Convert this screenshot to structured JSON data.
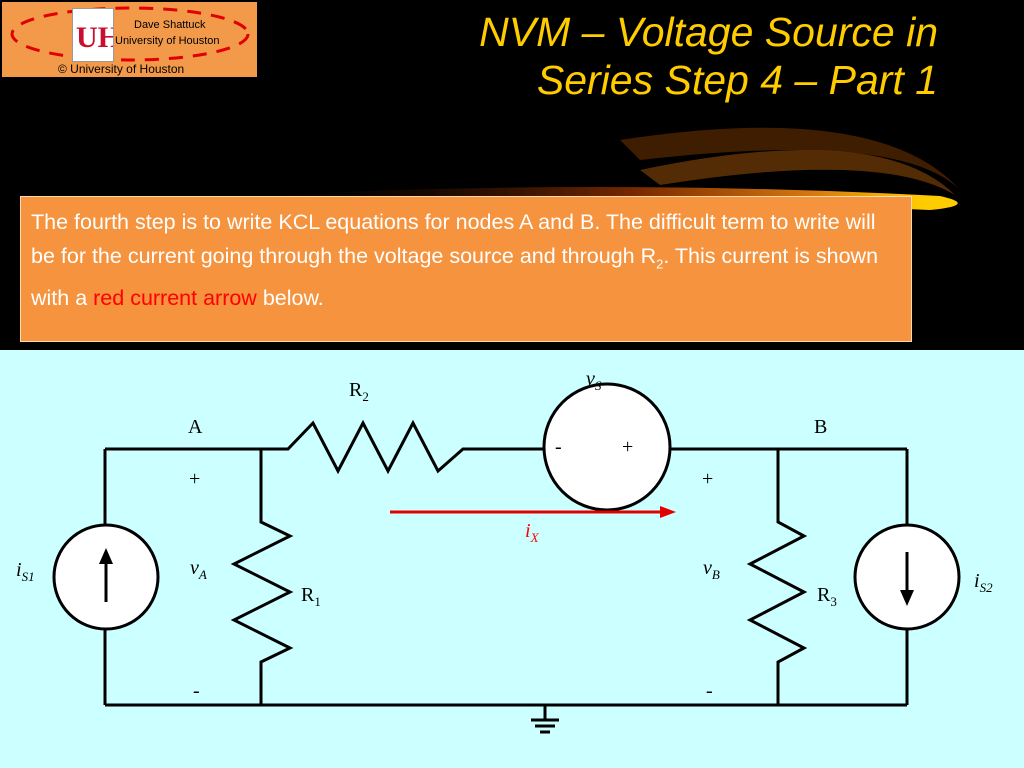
{
  "header": {
    "logo_line1": "Dave Shattuck",
    "logo_line2": "University of Houston",
    "copyright": "© University of Houston",
    "title_line1": "NVM – Voltage Source in",
    "title_line2": "Series Step 4 – Part 1"
  },
  "textbox": {
    "text1": "The fourth step is to write KCL equations for nodes A and B.  The difficult term to write will be for the current going through the voltage source and through R",
    "text1_sub": "2",
    "text2": ".  This current is shown with a ",
    "highlight": "red current arrow",
    "text3": " below."
  },
  "diagram": {
    "node_a": "A",
    "node_b": "B",
    "r1": "R",
    "r1_sub": "1",
    "r2": "R",
    "r2_sub": "2",
    "r3": "R",
    "r3_sub": "3",
    "vs": "v",
    "vs_sub": "S",
    "vs_minus": "-",
    "vs_plus": "+",
    "ix": "i",
    "ix_sub": "X",
    "va": "v",
    "va_sub": "A",
    "vb": "v",
    "vb_sub": "B",
    "is1": "i",
    "is1_sub": "S1",
    "is2": "i",
    "is2_sub": "S2",
    "va_plus": "+",
    "va_minus": "-",
    "vb_plus": "+",
    "vb_minus": "-"
  },
  "colors": {
    "accent": "#ffcc00",
    "box": "#f5933e",
    "diagram_bg": "#ccffff",
    "arrow": "#ff0000"
  }
}
